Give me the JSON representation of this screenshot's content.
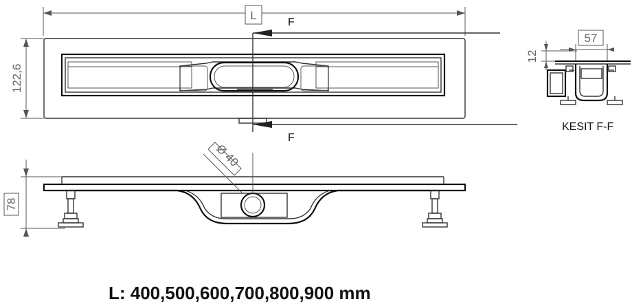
{
  "dimensions": {
    "length_label": "L",
    "height_label": "122,6",
    "depth_label": "78",
    "outlet_label": "Ø 40",
    "width_label": "57",
    "rim_label": "12"
  },
  "section": {
    "marker": "F",
    "title": "KESIT F-F"
  },
  "caption": "L: 400,500,600,700,800,900 mm"
}
